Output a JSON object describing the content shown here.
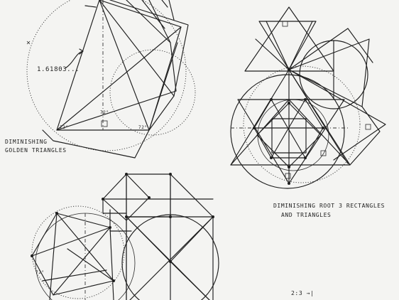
{
  "labels": {
    "golden_ratio": "1.61803...",
    "golden_title_line1": "DIMINISHING",
    "golden_title_line2": "GOLDEN TRIANGLES",
    "root3_title_line1": "DIMINISHING ROOT 3 RECTANGLES",
    "root3_title_line2": "AND TRIANGLES",
    "ratio_note": "2:3 →|",
    "angle_72_a": "72°",
    "angle_72_b": "72°",
    "angle_72_c": "72°",
    "angle_72_d": "72°"
  }
}
